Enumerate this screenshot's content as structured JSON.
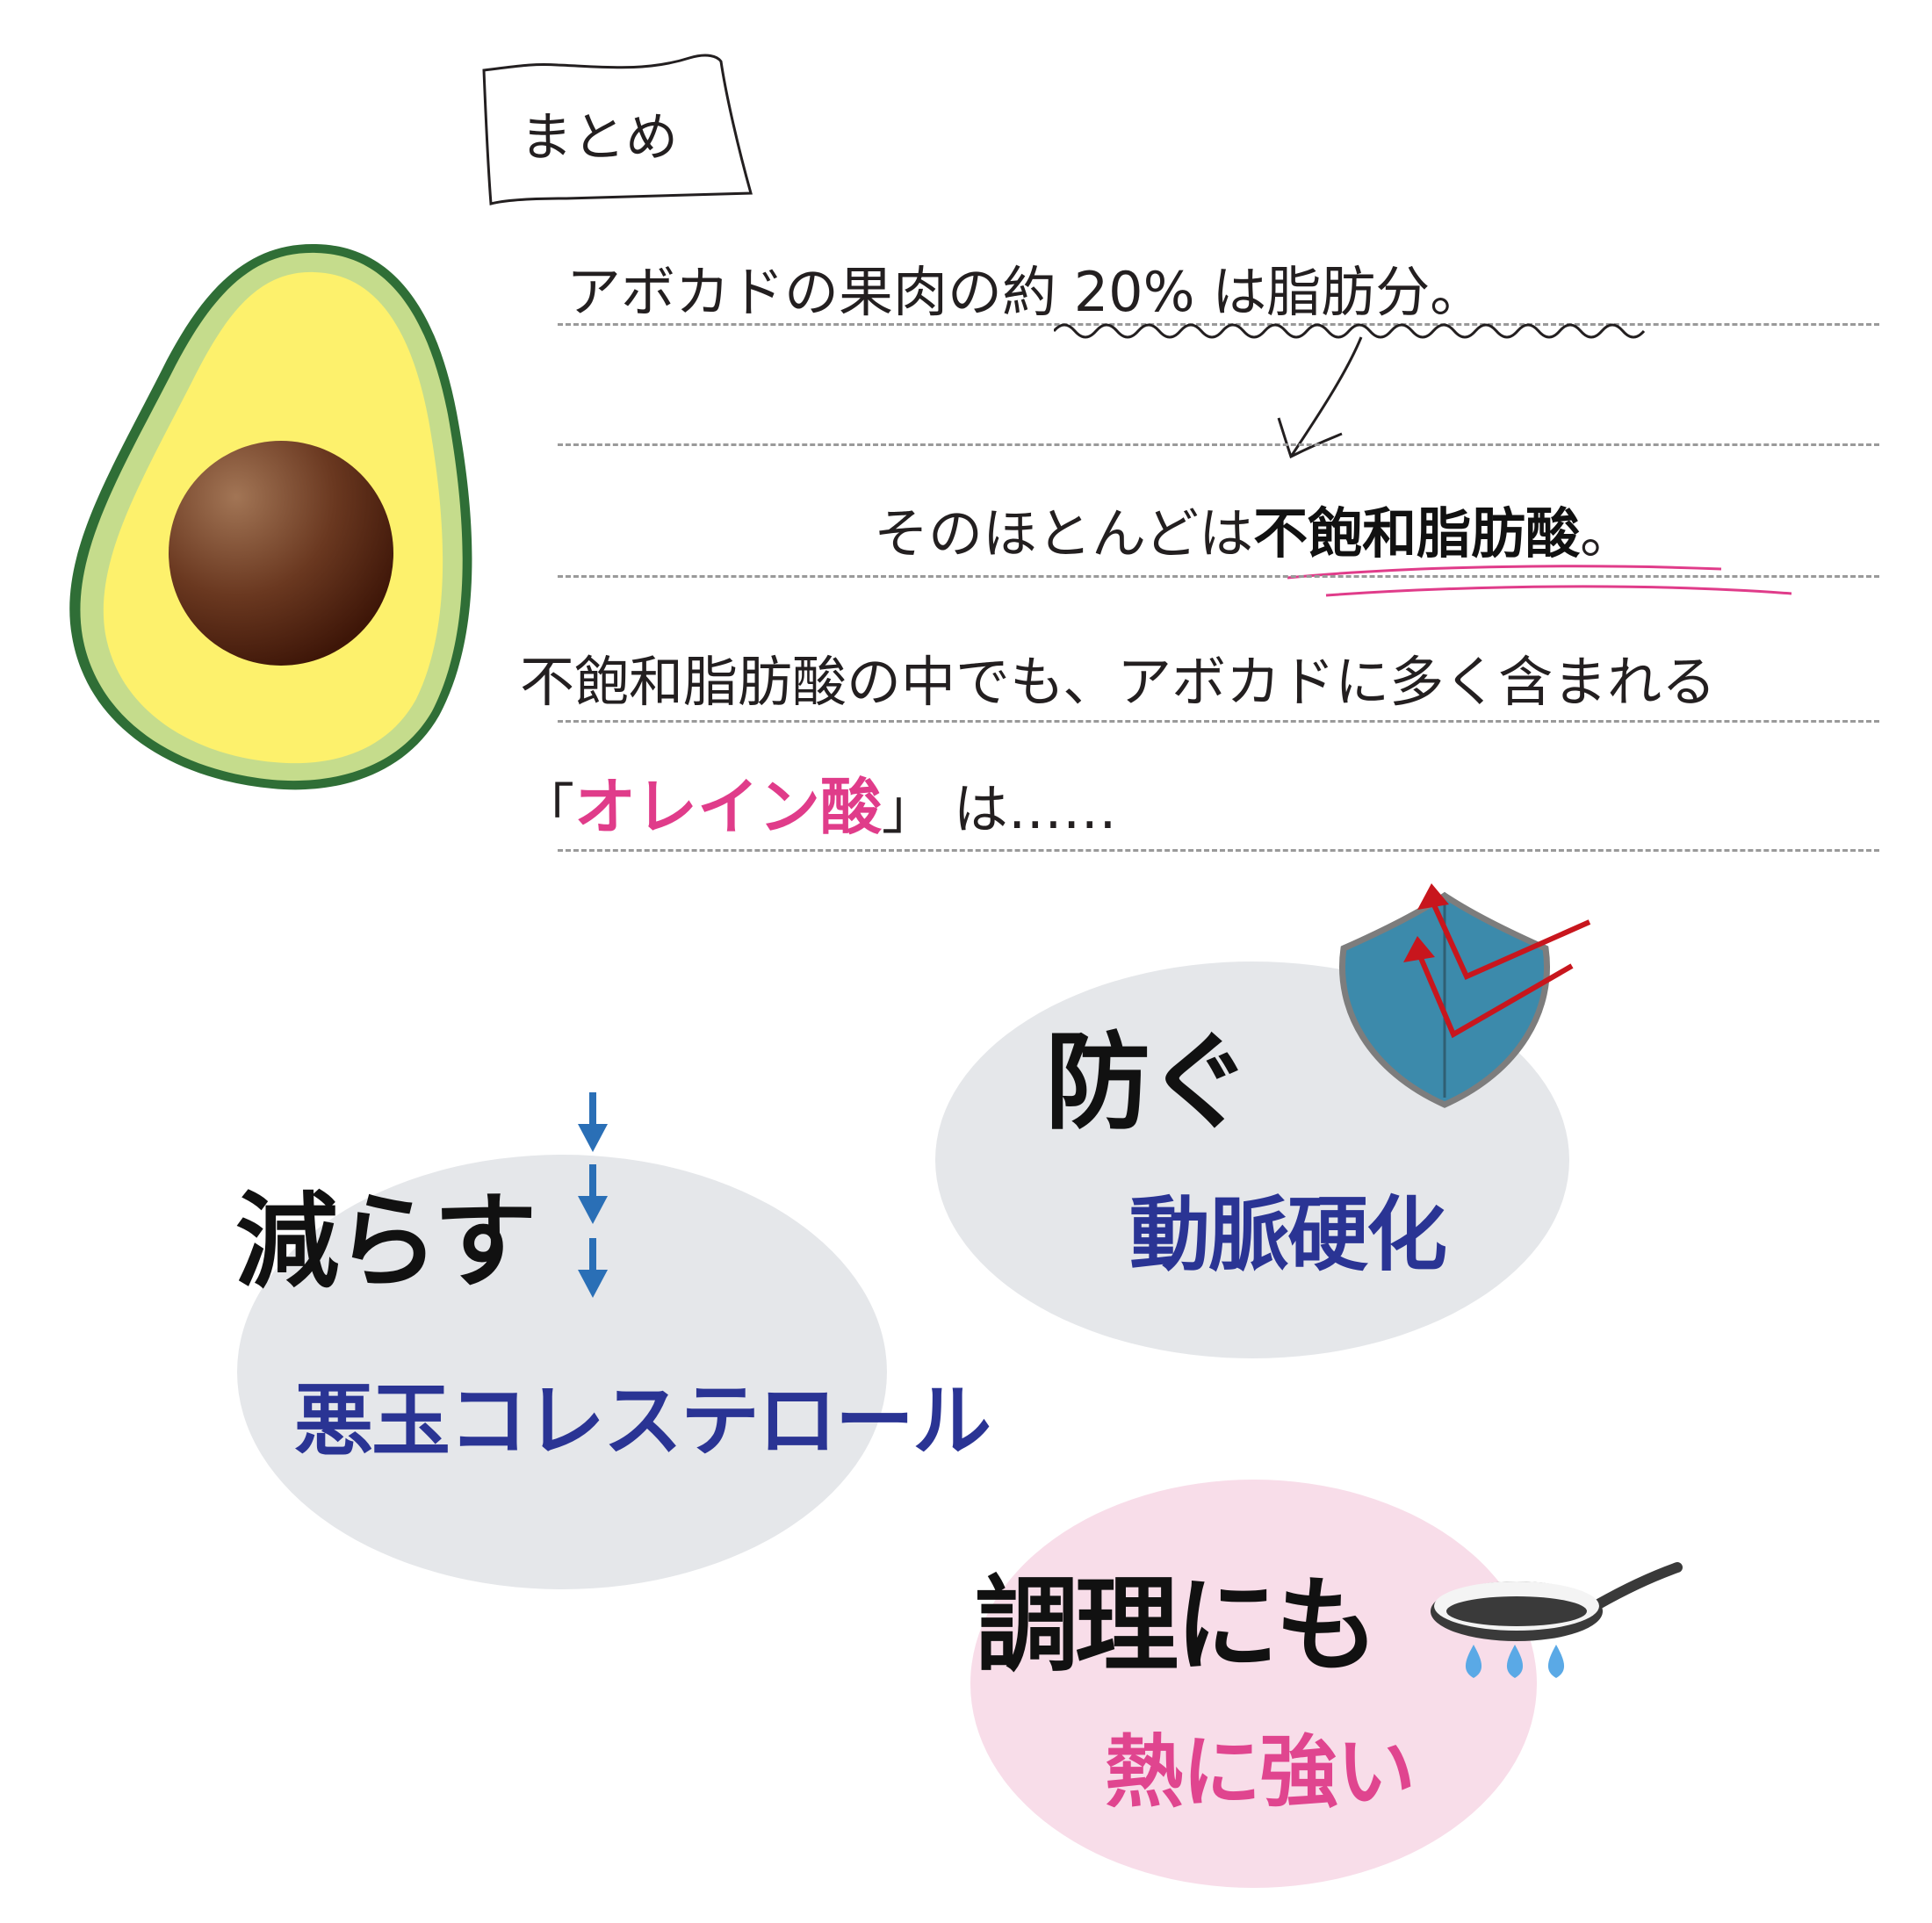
{
  "summary_tag": "まとめ",
  "lines": {
    "line1": "アボカドの果肉の約 20% は脂肪分。",
    "line2_plain": "そのほとんどは",
    "line2_bold": "不飽和脂肪酸",
    "line2_end": "。",
    "line3": "不飽和脂肪酸の中でも、アボカドに多く含まれる",
    "line4_open": "「",
    "line4_highlight": "オレイン酸",
    "line4_close": "」 は……"
  },
  "benefits": {
    "reduce": {
      "verb": "減らす",
      "target": "悪玉コレステロール"
    },
    "prevent": {
      "verb": "防ぐ",
      "target": "動脈硬化"
    },
    "cooking": {
      "verb": "調理にも",
      "target": "熱に強い"
    }
  },
  "colors": {
    "avocado_skin": "#2f6e36",
    "avocado_rim": "#c5dc8c",
    "avocado_flesh": "#fdf16c",
    "seed": "#5a2c16",
    "bubble_gray": "#e5e7ea",
    "bubble_pink": "#f8dde9",
    "accent_pink": "#e03c8a",
    "navy": "#2a3494",
    "arrow_blue": "#2a6fb6",
    "shield": "#3c8aab",
    "red_arrow": "#c8161d",
    "flame": "#5aa9e6"
  },
  "icons": [
    "avocado-icon",
    "down-arrow-icon",
    "shield-icon",
    "frying-pan-icon",
    "flame-icon"
  ]
}
